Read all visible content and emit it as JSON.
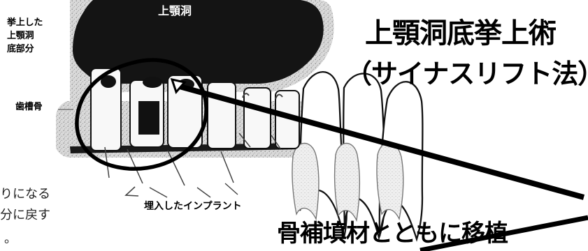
{
  "diagram": {
    "labels": {
      "top_bone": "上顎洞",
      "left_1": "挙上した",
      "left_2": "上顎洞",
      "left_3": "底部分",
      "left_4": "歯槽骨",
      "title_1": "上顎洞底挙上術",
      "title_2": "（サイナスリフト法）",
      "side_1": "りになる",
      "side_2": "分に戻す",
      "side_3": "。",
      "bottom_1": "埋入したインプラント",
      "bottom_2": "骨補填材とともに移植"
    },
    "icons": {
      "circle": "highlight-circle-icon",
      "arrow": "pointer-line-icon",
      "teeth": "teeth-illustration-icon"
    }
  }
}
